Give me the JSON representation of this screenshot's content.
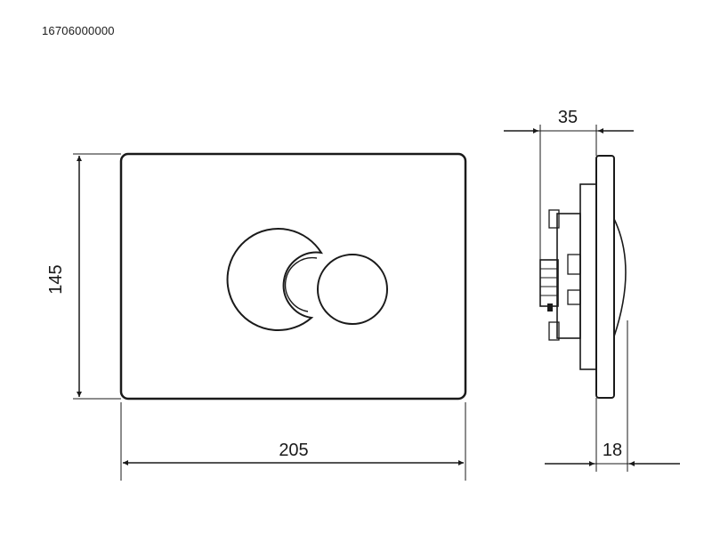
{
  "article_number": "16706000000",
  "dimensions": {
    "width": "205",
    "height": "145",
    "depth_total": "35",
    "depth_plate": "18"
  },
  "colors": {
    "line": "#1a1a1a",
    "background": "#ffffff"
  }
}
